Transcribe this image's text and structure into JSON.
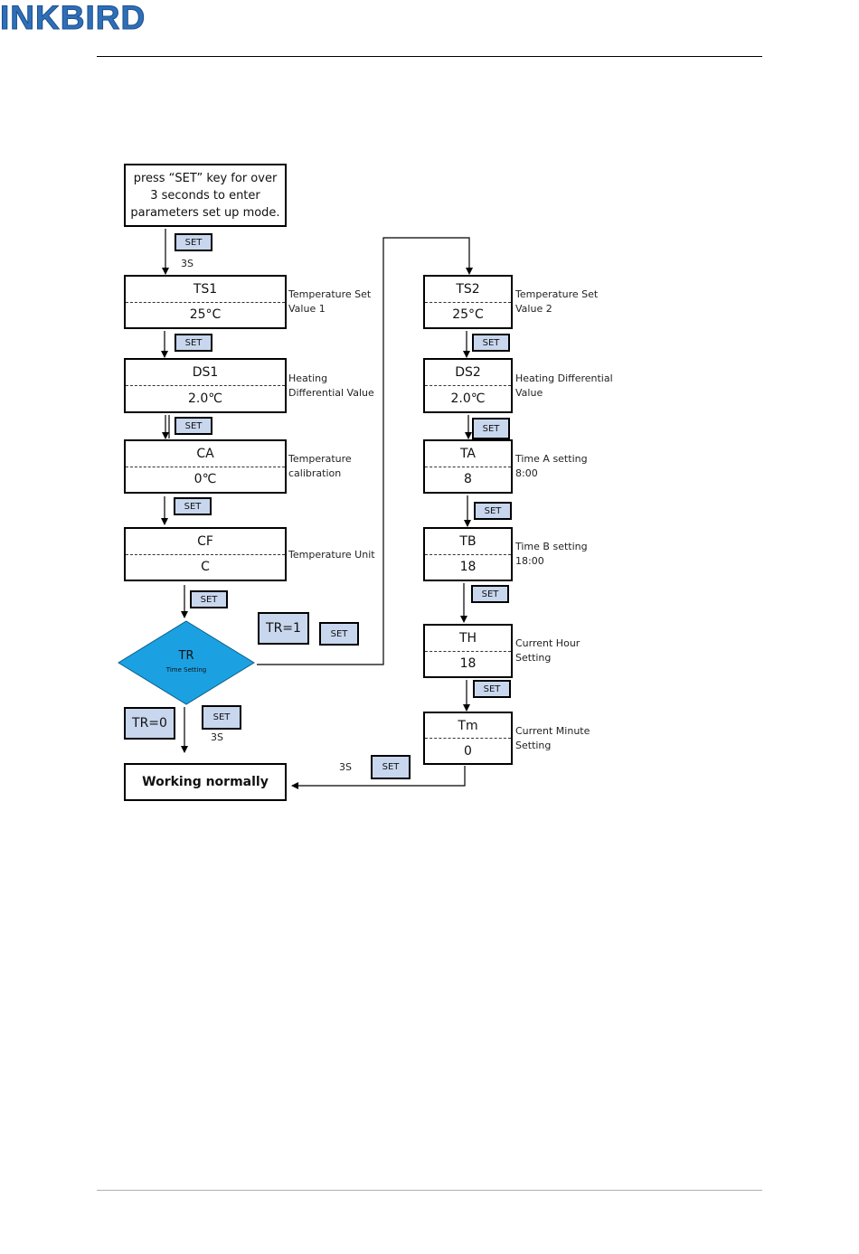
{
  "header": {
    "logo_text": "INKBIRD"
  },
  "colors": {
    "logo": "#2e6fb8",
    "set_button": "#c8d7ee",
    "decision": "#1ba1e2"
  },
  "flow": {
    "start_text": "press “SET” key for over\n3 seconds to enter\nparameters set up mode.",
    "set_label": "SET",
    "hold_label": "3S",
    "params_left": [
      {
        "code": "TS1",
        "value": "25°C",
        "desc": "Temperature Set\nValue 1"
      },
      {
        "code": "DS1",
        "value": "2.0℃",
        "desc": "Heating\nDifferential Value"
      },
      {
        "code": "CA",
        "value": "0℃",
        "desc": "Temperature\ncalibration"
      },
      {
        "code": "CF",
        "value": "C",
        "desc": "Temperature Unit"
      }
    ],
    "decision": {
      "code": "TR",
      "desc": "Time Setting"
    },
    "tr1": "TR=1",
    "tr0": "TR=0",
    "working": "Working normally",
    "params_right": [
      {
        "code": "TS2",
        "value": "25°C",
        "desc": "Temperature Set\nValue 2"
      },
      {
        "code": "DS2",
        "value": "2.0℃",
        "desc": "Heating Differential\nValue"
      },
      {
        "code": "TA",
        "value": "8",
        "desc": "Time A setting\n8:00"
      },
      {
        "code": "TB",
        "value": "18",
        "desc": "Time B setting\n18:00"
      },
      {
        "code": "TH",
        "value": "18",
        "desc": "Current Hour\nSetting"
      },
      {
        "code": "Tm",
        "value": "0",
        "desc": "Current Minute\nSetting"
      }
    ]
  }
}
